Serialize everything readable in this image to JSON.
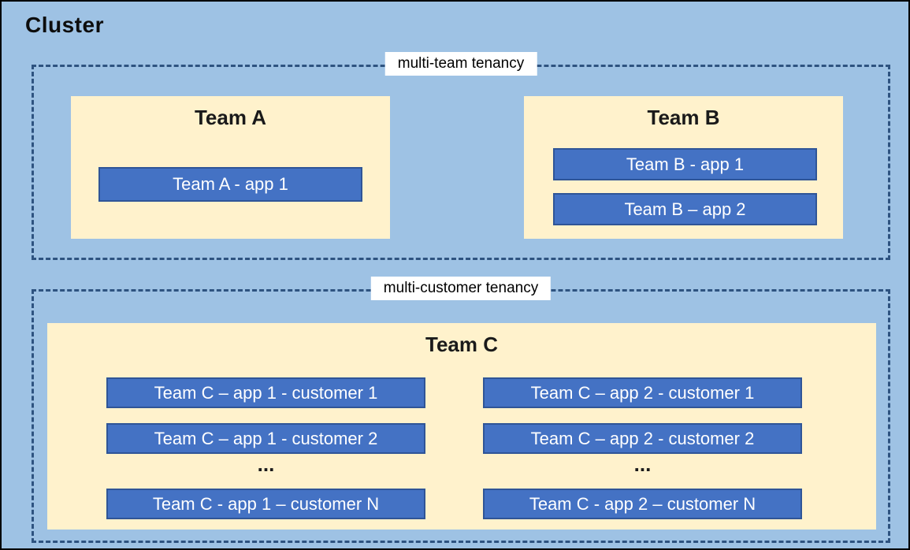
{
  "cluster": {
    "title": "Cluster",
    "multi_team": {
      "label": "multi-team tenancy",
      "team_a": {
        "title": "Team A",
        "apps": [
          "Team A - app 1"
        ]
      },
      "team_b": {
        "title": "Team B",
        "apps": [
          "Team B - app 1",
          "Team B – app 2"
        ]
      }
    },
    "multi_customer": {
      "label": "multi-customer tenancy",
      "team_c": {
        "title": "Team C",
        "ellipsis": "...",
        "app1_column": [
          "Team C – app 1 - customer 1",
          "Team C – app 1 - customer 2",
          "Team C - app 1 – customer N"
        ],
        "app2_column": [
          "Team C – app 2 - customer 1",
          "Team C – app 2 - customer 2",
          "Team C - app 2 – customer N"
        ]
      }
    }
  },
  "colors": {
    "canvas_background": "#9EC2E4",
    "team_box_fill": "#FFF2CC",
    "app_box_fill": "#4472C4",
    "app_box_border": "#2F5597",
    "dashed_border": "#2E5380",
    "app_text": "#FFFFFF",
    "title_text": "#0d0d0d",
    "label_background": "#FFFFFF"
  }
}
